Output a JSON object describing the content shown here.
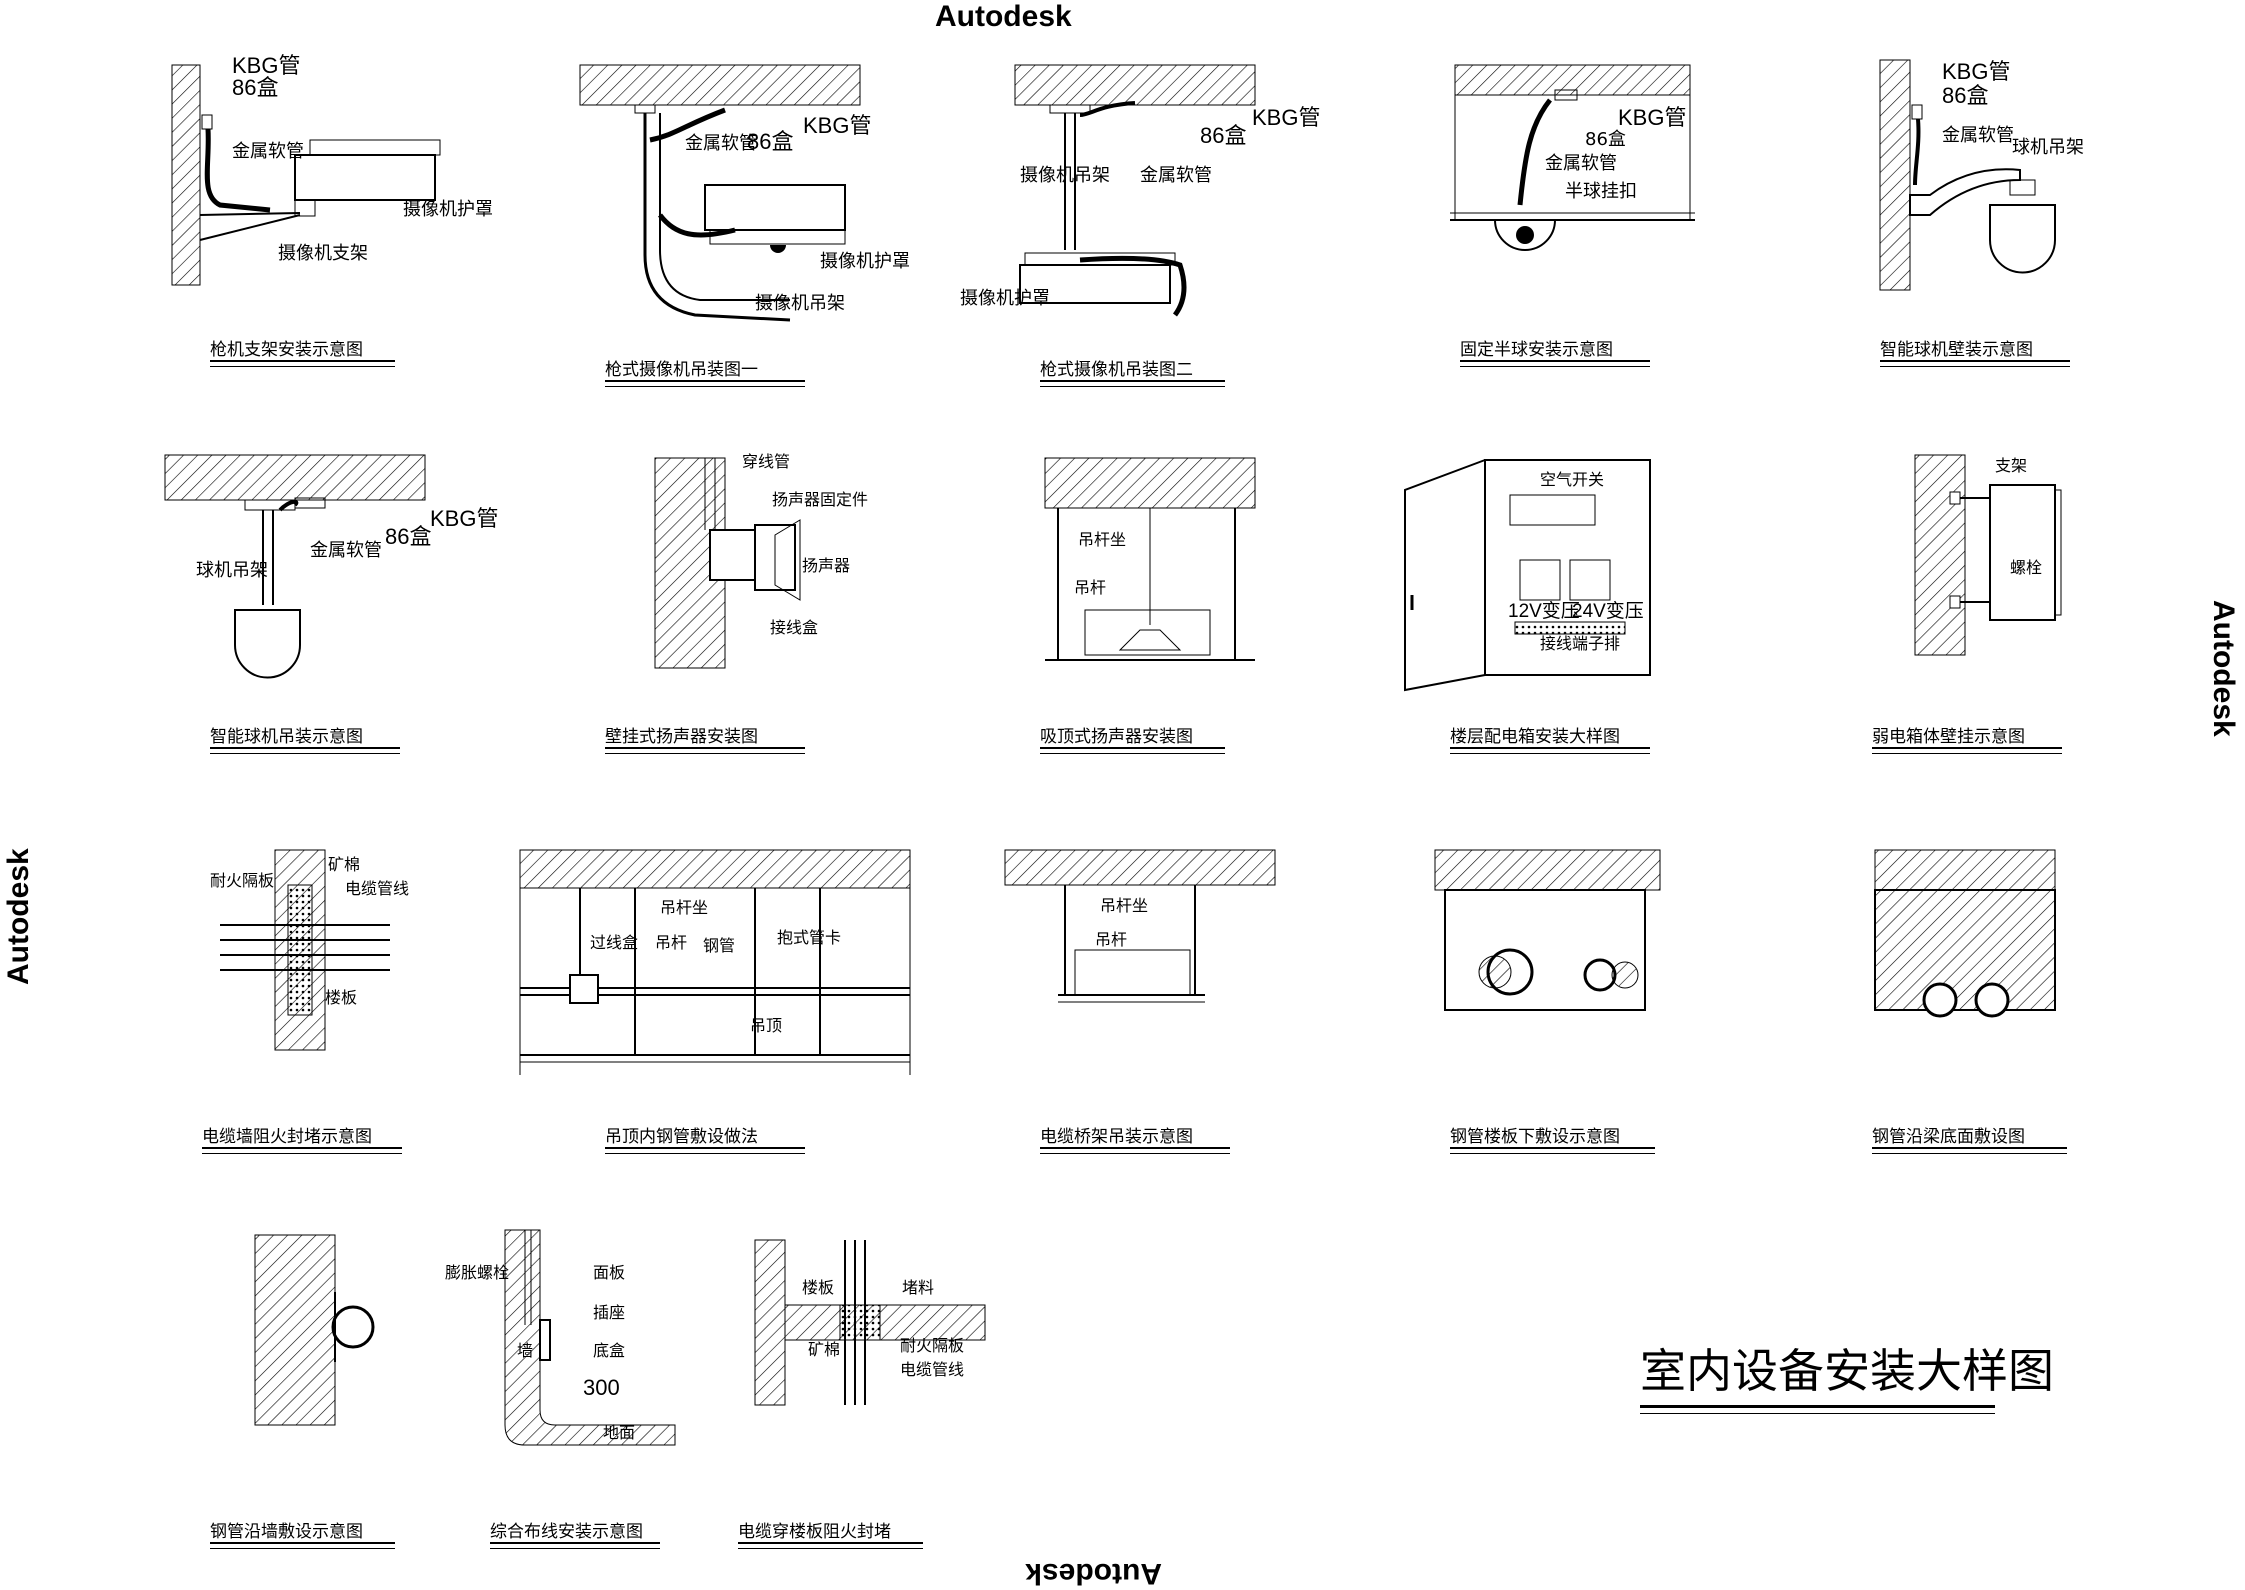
{
  "watermarks": {
    "top": "Autodesk",
    "right": "Autodesk",
    "left": "Autodesk",
    "bottom": "Autodesk"
  },
  "main_title": "室内设备安装大样图",
  "panels": {
    "p1": {
      "caption": "枪机支架安装示意图",
      "labels": {
        "kbg": "KBG管",
        "box86": "86盒",
        "hose": "金属软管",
        "cover": "摄像机护罩",
        "bracket": "摄像机支架"
      }
    },
    "p2": {
      "caption": "枪式摄像机吊装图一",
      "labels": {
        "kbg": "KBG管",
        "box86": "86盒",
        "hose": "金属软管",
        "cover": "摄像机护罩",
        "hanger": "摄像机吊架"
      }
    },
    "p3": {
      "caption": "枪式摄像机吊装图二",
      "labels": {
        "kbg": "KBG管",
        "box86": "86盒",
        "hose": "金属软管",
        "hanger": "摄像机吊架",
        "cover": "摄像机护罩"
      }
    },
    "p4": {
      "caption": "固定半球安装示意图",
      "labels": {
        "kbg": "KBG管",
        "box86": "86盒",
        "hose": "金属软管",
        "clip": "半球挂扣"
      }
    },
    "p5": {
      "caption": "智能球机壁装示意图",
      "labels": {
        "kbg": "KBG管",
        "box86": "86盒",
        "hose": "金属软管",
        "hanger": "球机吊架"
      }
    },
    "p6": {
      "caption": "智能球机吊装示意图",
      "labels": {
        "kbg": "KBG管",
        "box86": "86盒",
        "hose": "金属软管",
        "hanger": "球机吊架"
      }
    },
    "p7": {
      "caption": "壁挂式扬声器安装图",
      "labels": {
        "conduit": "穿线管",
        "fixer": "扬声器固定件",
        "speaker": "扬声器",
        "jbox": "接线盒"
      }
    },
    "p8": {
      "caption": "吸顶式扬声器安装图",
      "labels": {
        "seat": "吊杆坐",
        "rod": "吊杆"
      }
    },
    "p9": {
      "caption": "楼层配电箱安装大样图",
      "labels": {
        "switch": "空气开关",
        "t12": "12V变压",
        "t24": "24V变压",
        "terminal": "接线端子排"
      }
    },
    "p10": {
      "caption": "弱电箱体壁挂示意图",
      "labels": {
        "bracket": "支架",
        "bolt": "螺栓"
      }
    },
    "p11": {
      "caption": "电缆墙阻火封堵示意图",
      "labels": {
        "firebd": "耐火隔板",
        "wool": "矿棉",
        "cable": "电缆管线",
        "floor": "楼板"
      }
    },
    "p12": {
      "caption": "吊顶内钢管敷设做法",
      "labels": {
        "seat": "吊杆坐",
        "box": "过线盒",
        "rod": "吊杆",
        "pipe": "钢管",
        "clamp": "抱式管卡",
        "ceiling": "吊顶"
      }
    },
    "p13": {
      "caption": "电缆桥架吊装示意图",
      "labels": {
        "seat": "吊杆坐",
        "rod": "吊杆"
      }
    },
    "p14": {
      "caption": "钢管楼板下敷设示意图",
      "labels": {}
    },
    "p15": {
      "caption": "钢管沿梁底面敷设图",
      "labels": {}
    },
    "p16": {
      "caption": "钢管沿墙敷设示意图",
      "labels": {}
    },
    "p17": {
      "caption": "综合布线安装示意图",
      "labels": {
        "bolt": "膨胀螺栓",
        "panel": "面板",
        "socket": "插座",
        "wall": "墙",
        "base": "底盒",
        "h300": "300",
        "ground": "地面"
      }
    },
    "p18": {
      "caption": "电缆穿楼板阻火封堵",
      "labels": {
        "floor": "楼板",
        "plug": "堵料",
        "wool": "矿棉",
        "firebd": "耐火隔板",
        "cable": "电缆管线"
      }
    }
  }
}
